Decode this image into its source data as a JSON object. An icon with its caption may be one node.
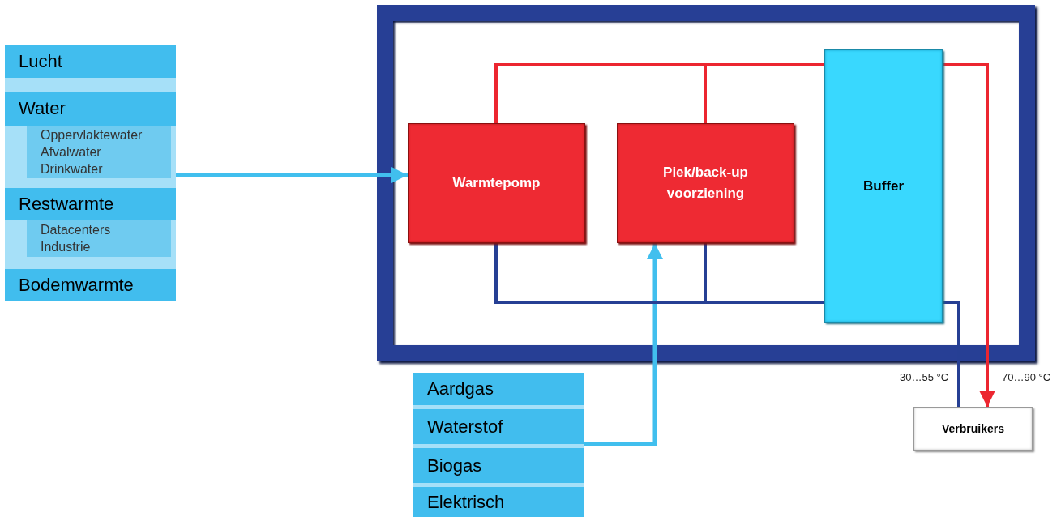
{
  "diagram": {
    "nodes": [
      {
        "text": [],
        "shape": "box"
      },
      {
        "text": [],
        "shape": "box"
      },
      {
        "text": [
          "Lucht"
        ],
        "in": 1
      },
      {
        "text": [
          "Water"
        ],
        "in": 1
      },
      {
        "text": [
          "Oppervlaktewater Afvalwater Drinkwater"
        ],
        "in": 1
      },
      {
        "text": [
          "Restwarmte"
        ],
        "in": 1
      },
      {
        "text": [
          "Datacenters Industrie"
        ],
        "in": 1
      },
      {
        "text": [
          "Bodemwarmte"
        ],
        "in": 1
      },
      {
        "text": [
          "Warmtepomp"
        ],
        "in": 0
      },
      {
        "text": [
          "Piek/back-up voorziening"
        ],
        "in": 0
      },
      {
        "text": [
          "Buffer"
        ],
        "in": 0
      },
      {
        "text": [],
        "shape": "box"
      },
      {
        "text": [
          "Aardgas"
        ],
        "in": 11
      },
      {
        "text": [
          "Waterstof"
        ],
        "in": 11
      },
      {
        "text": [
          "Biogas"
        ],
        "in": 11
      },
      {
        "text": [
          "Elektrisch"
        ],
        "in": 11
      },
      {
        "text": [
          "Verbruikers"
        ]
      }
    ],
    "edges": [
      {
        "from": 1,
        "to": 8,
        "arrow": "to",
        "color": "#41bfee"
      },
      {
        "from": 11,
        "to": 9,
        "arrow": "to",
        "color": "#41bfee"
      },
      {
        "from": 8,
        "to": 10,
        "arrow": "none",
        "color": "#ec2630"
      },
      {
        "from": 9,
        "to": 10,
        "arrow": "none",
        "color": "#ec2630"
      },
      {
        "from": 10,
        "to": 16,
        "arrow": "to",
        "color": "#ec2630",
        "label": "70…90 °C"
      },
      {
        "from": 8,
        "to": 10,
        "arrow": "none",
        "color": "#263f94"
      },
      {
        "from": 9,
        "to": 10,
        "arrow": "none",
        "color": "#263f94"
      },
      {
        "from": 10,
        "to": 16,
        "arrow": "none",
        "color": "#263f94",
        "label": "30…55 °C"
      }
    ]
  }
}
